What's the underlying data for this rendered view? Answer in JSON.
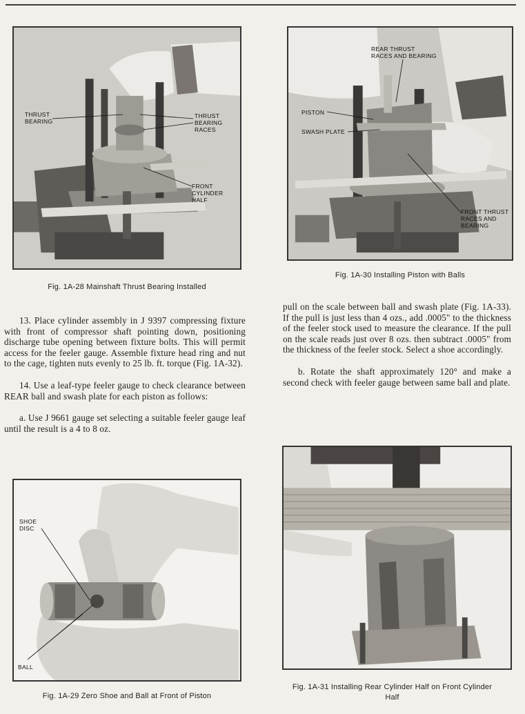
{
  "figures": {
    "fig28": {
      "caption": "Fig. 1A-28  Mainshaft Thrust Bearing Installed",
      "callouts": {
        "thrust_bearing": "THRUST\nBEARING",
        "thrust_bearing_races": "THRUST\nBEARING\nRACES",
        "front_cylinder_half": "FRONT\nCYLINDER\nHALF"
      }
    },
    "fig30": {
      "caption": "Fig. 1A-30  Installing Piston with Balls",
      "callouts": {
        "rear_thrust": "REAR THRUST\nRACES AND BEARING",
        "piston": "PISTON",
        "swash_plate": "SWASH PLATE",
        "front_thrust": "FRONT THRUST\nRACES AND\nBEARING"
      }
    },
    "fig29": {
      "caption": "Fig. 1A-29  Zero Shoe and Ball at Front of Piston",
      "callouts": {
        "shoe_disc": "SHOE\nDISC",
        "ball": "BALL"
      }
    },
    "fig31": {
      "caption": "Fig. 1A-31  Installing Rear Cylinder Half on Front Cylinder Half"
    }
  },
  "text": {
    "step13": "13. Place cylinder assembly in J 9397 compressing fixture with front of compressor shaft pointing down, positioning discharge tube opening between fixture bolts. This will permit access for the feeler gauge. Assemble fixture head ring and nut to the cage, tighten nuts evenly to 25 lb. ft. torque (Fig. 1A-32).",
    "step14": "14. Use a leaf-type feeler gauge to check clearance between REAR ball and swash plate for each piston as follows:",
    "step14a": "a. Use J 9661 gauge set selecting a suitable feeler gauge leaf until the result is a 4 to 8 oz.",
    "step14a_cont": "pull on the scale between ball and swash plate (Fig. 1A-33). If the pull is just less than 4 ozs., add .0005\" to the thickness of the feeler stock used to measure the clearance. If the pull on the scale reads just over 8 ozs. then subtract .0005\" from the thickness of the feeler stock. Select a shoe accordingly.",
    "step14b": "b. Rotate the shaft approximately 120° and make a second check with feeler gauge between same ball and plate."
  }
}
